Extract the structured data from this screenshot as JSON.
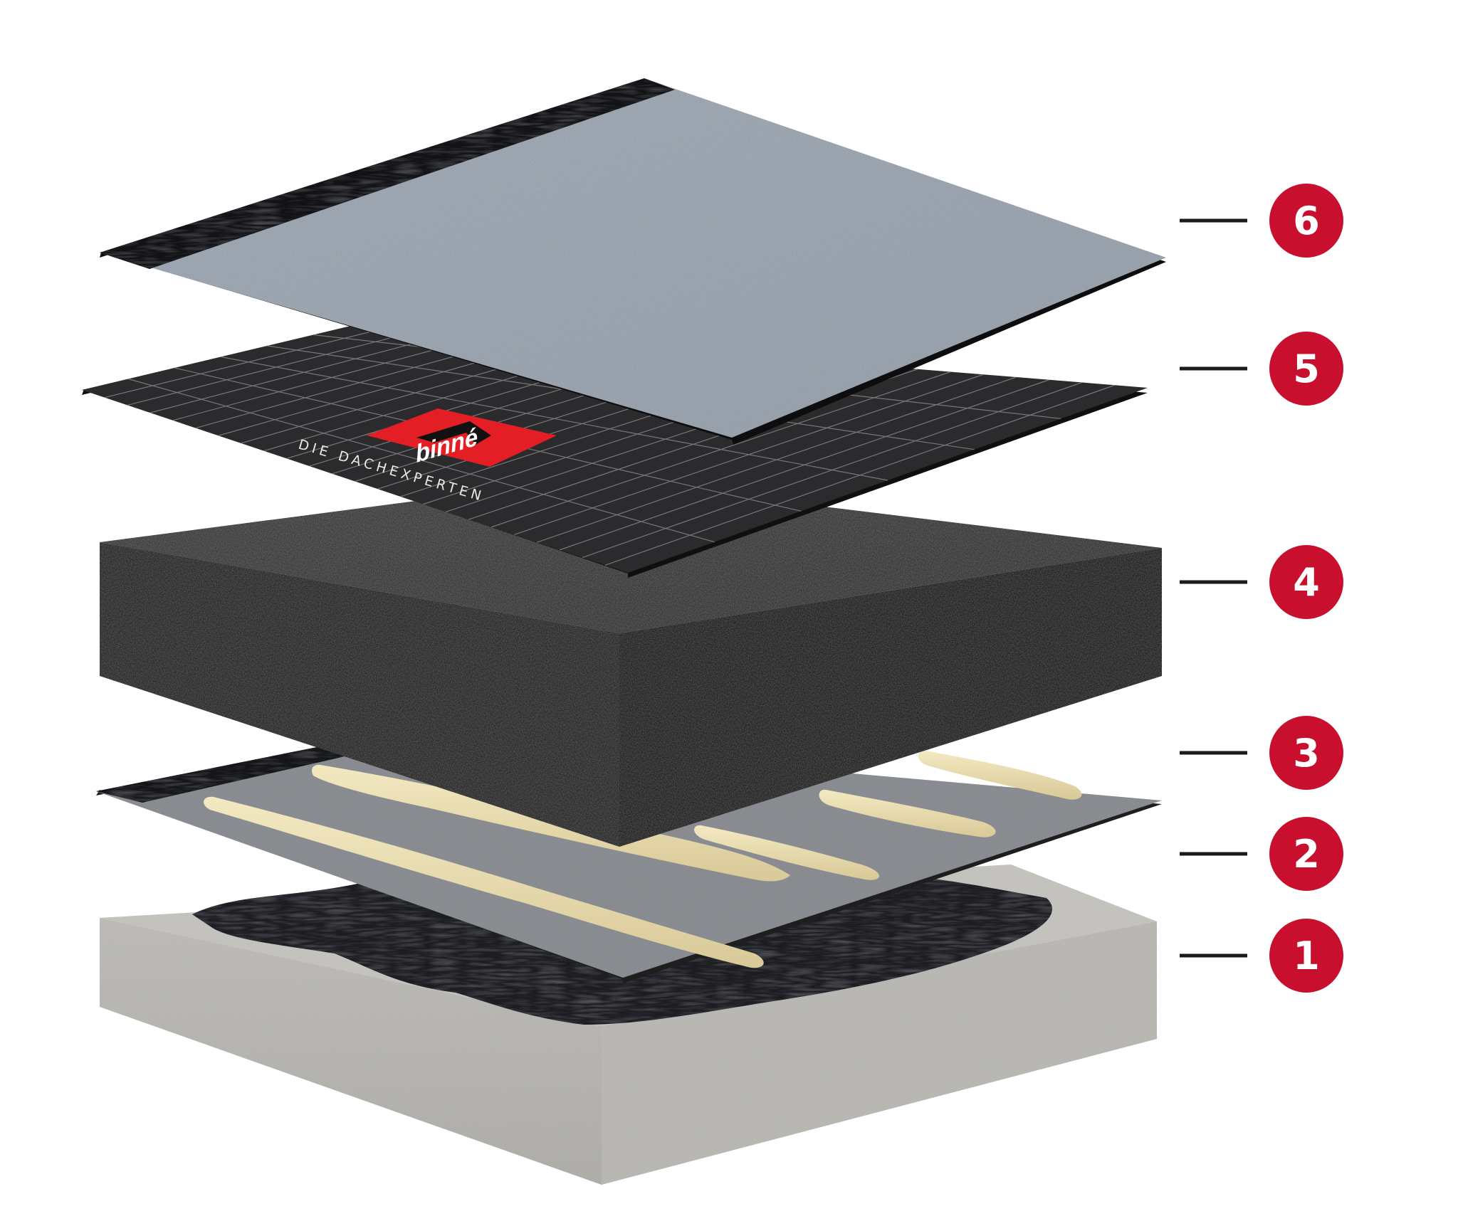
{
  "diagram": {
    "layers": [
      {
        "number": "1",
        "material": "concrete-deck-with-bitumen-primer"
      },
      {
        "number": "2",
        "material": "bitumen-vapour-barrier-membrane"
      },
      {
        "number": "3",
        "material": "pu-adhesive-beads"
      },
      {
        "number": "4",
        "material": "thermal-insulation-board"
      },
      {
        "number": "5",
        "material": "bitumen-underlay-membrane"
      },
      {
        "number": "6",
        "material": "slate-granule-cap-sheet"
      }
    ],
    "callout_color": "#c8102e",
    "leader_color": "#1a1a1a"
  },
  "branding": {
    "logo_text": "binné",
    "tagline": "DIE DACHEXPERTEN",
    "logo_color": "#e31e24"
  }
}
